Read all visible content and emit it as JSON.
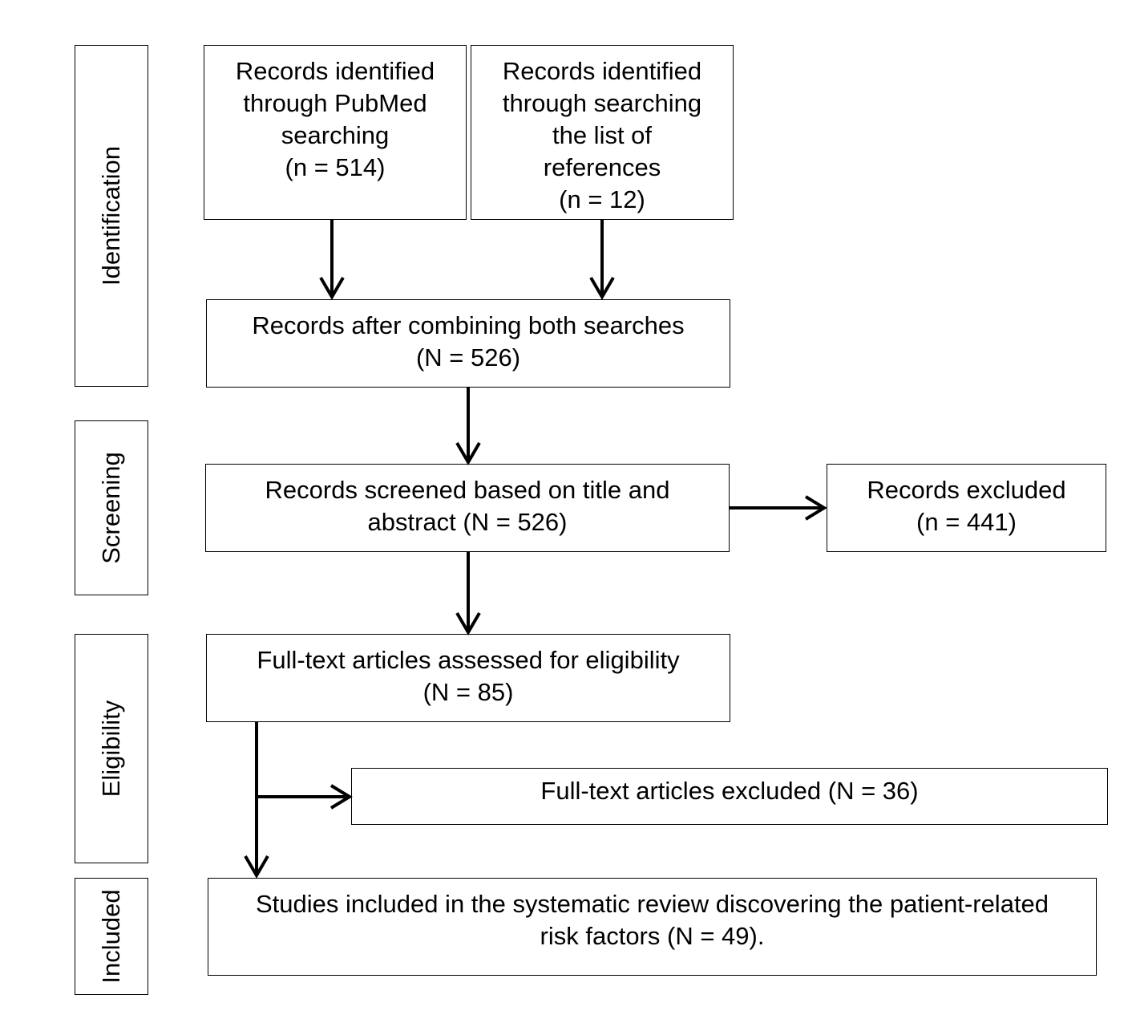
{
  "stages": {
    "identification": "Identification",
    "screening": "Screening",
    "eligibility": "Eligibility",
    "included": "Included"
  },
  "boxes": {
    "pubmed": "Records identified\nthrough PubMed\nsearching\n(n = 514)",
    "references": "Records identified\nthrough searching\nthe list of\nreferences\n(n = 12)",
    "combined": "Records after combining both searches\n(N = 526)",
    "screened": "Records screened based on title and\nabstract (N = 526)",
    "excluded": "Records excluded\n(n = 441)",
    "fulltext": "Full-text articles assessed for eligibility\n(N = 85)",
    "fulltext_excluded": "Full-text articles excluded (N = 36)",
    "included": "Studies included in the systematic review discovering the patient-related\nrisk factors (N = 49)."
  }
}
